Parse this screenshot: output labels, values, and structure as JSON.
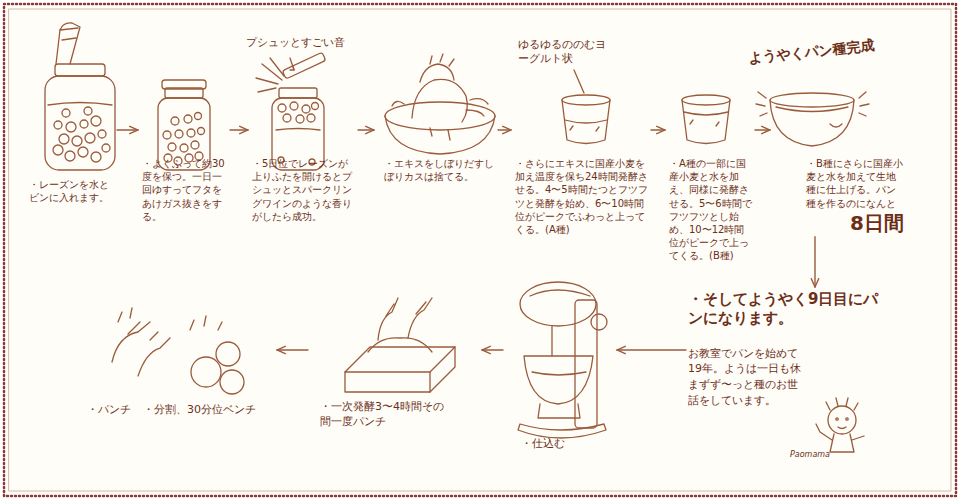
{
  "diagram": {
    "nodes": [
      {
        "text": [
          "・レーズンを水とビンに入れます。"
        ]
      },
      {
        "text": [
          "・よくふって約30度を保つ。一日一回ゆすってフタをあけガス抜きをする。"
        ]
      },
      {
        "text": [
          "・5日位でレーズンが上りふたを開けるとプシュッとスパークリングワインのような香りがしたら成功。"
        ]
      },
      {
        "text": [
          "・エキスをしぼりだすしぼりカスは捨てる。"
        ]
      },
      {
        "text": [
          "・さらにエキスに国産小麦を加え温度を保ち24時間発酵させる。4〜5時間たつとフツフツと発酵を始め、6〜10時間位がピークでふわっと上ってくる。(A種)"
        ]
      },
      {
        "text": [
          "・A種の一部に国産小麦と水を加え、同様に発酵させる。5〜6時間でフツフツとし始め、10〜12時間位がピークで上ってくる。(B種)"
        ]
      },
      {
        "text": [
          "・B種にさらに国産小麦と水を加えて生地種に仕上げる。パン種を作るのになんと",
          "8日間"
        ]
      },
      {
        "text": [
          "・そしてようやく9日目にパンになります。",
          "お教室でパンを始めて19年。ようは一日も休まずず〜っと種のお世話をしています。"
        ]
      },
      {
        "text": [
          "・仕込む"
        ]
      },
      {
        "text": [
          "・一次発酵3〜4時間その間一度パンチ"
        ]
      },
      {
        "text": [
          "・パンチ",
          "・分割、30分位ベンチ"
        ]
      }
    ],
    "edges": [
      {
        "from": 0,
        "to": 1,
        "arrow": "to"
      },
      {
        "from": 1,
        "to": 2,
        "arrow": "to"
      },
      {
        "from": 2,
        "to": 3,
        "arrow": "to"
      },
      {
        "from": 3,
        "to": 4,
        "arrow": "to"
      },
      {
        "from": 4,
        "to": 5,
        "arrow": "to"
      },
      {
        "from": 5,
        "to": 6,
        "arrow": "to"
      },
      {
        "from": 6,
        "to": 7,
        "arrow": "to"
      },
      {
        "from": 7,
        "to": 8,
        "arrow": "to"
      },
      {
        "from": 8,
        "to": 9,
        "arrow": "to"
      },
      {
        "from": 9,
        "to": 10,
        "arrow": "to"
      }
    ],
    "labels": [
      "プシュッとすごい音",
      "ゆるゆるののむヨーグルト状",
      "ようやくパン種完成",
      "Paomama"
    ]
  }
}
